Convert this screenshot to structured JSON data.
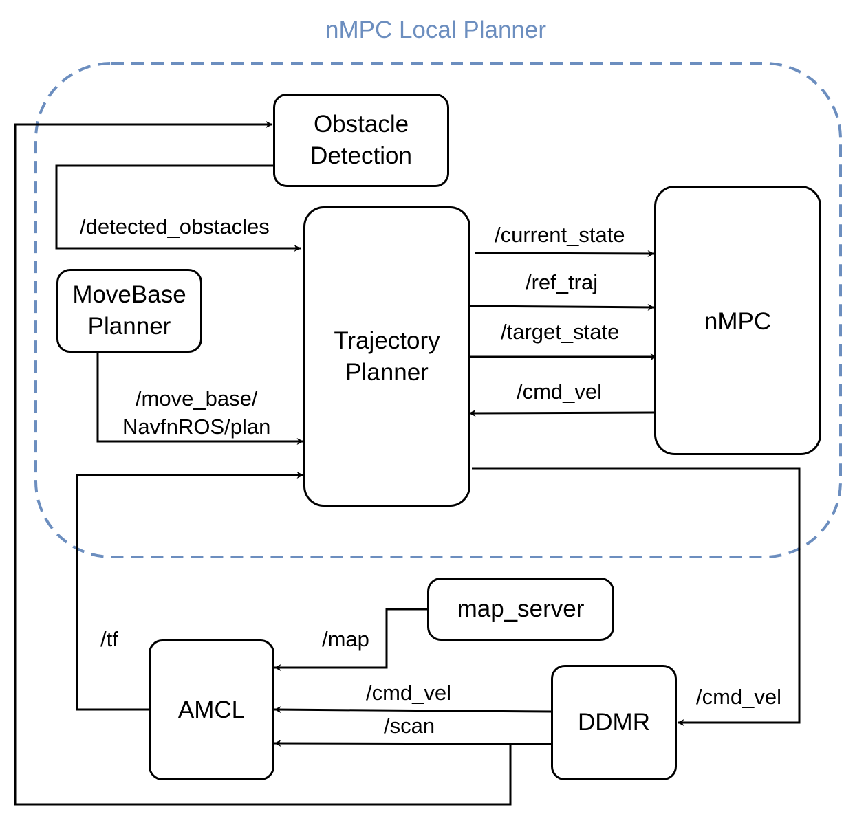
{
  "diagram": {
    "group": {
      "title": "nMPC Local Planner",
      "border_color": "#6c8ebf"
    },
    "nodes": {
      "obstacle_detection": "Obstacle\nDetection",
      "trajectory_planner": "Trajectory\nPlanner",
      "movebase_planner": "MoveBase\nPlanner",
      "nmpc": "nMPC",
      "map_server": "map_server",
      "amcl": "AMCL",
      "ddmr": "DDMR"
    },
    "edges": [
      {
        "id": "detected-obstacles",
        "from": "Obstacle Detection",
        "to": "Trajectory Planner",
        "label": "/detected_obstacles"
      },
      {
        "id": "current-state",
        "from": "Trajectory Planner",
        "to": "nMPC",
        "label": "/current_state"
      },
      {
        "id": "ref-traj",
        "from": "Trajectory Planner",
        "to": "nMPC",
        "label": "/ref_traj"
      },
      {
        "id": "target-state",
        "from": "Trajectory Planner",
        "to": "nMPC",
        "label": "/target_state"
      },
      {
        "id": "cmd-vel-nmpc",
        "from": "nMPC",
        "to": "Trajectory Planner",
        "label": "/cmd_vel"
      },
      {
        "id": "movebase-plan",
        "from": "MoveBase Planner",
        "to": "Trajectory Planner",
        "label": "/move_base/\nNavfnROS/plan"
      },
      {
        "id": "tf",
        "from": "AMCL",
        "to": "Trajectory Planner",
        "label": "/tf"
      },
      {
        "id": "map",
        "from": "map_server",
        "to": "AMCL",
        "label": "/map"
      },
      {
        "id": "cmd-vel-amcl",
        "from": "DDMR",
        "to": "AMCL",
        "label": "/cmd_vel"
      },
      {
        "id": "scan",
        "from": "DDMR",
        "to": "AMCL",
        "label": "/scan"
      },
      {
        "id": "cmd-vel-ddmr",
        "from": "Trajectory Planner",
        "to": "DDMR",
        "label": "/cmd_vel"
      },
      {
        "id": "scan-obstacles",
        "from": "DDMR",
        "to": "Obstacle Detection",
        "label": ""
      }
    ]
  }
}
